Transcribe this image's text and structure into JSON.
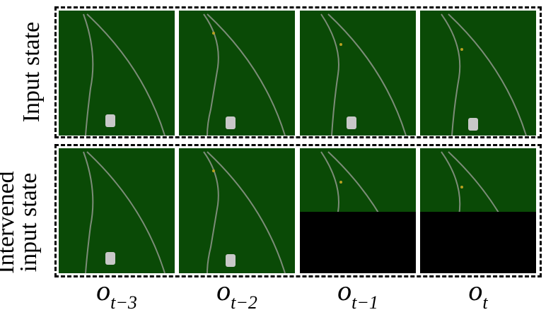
{
  "row_labels": {
    "input": "Input state",
    "intervened_line1": "Intervened",
    "intervened_line2": "input state"
  },
  "frame_labels": [
    {
      "base": "o",
      "sub": "t−3"
    },
    {
      "base": "o",
      "sub": "t−2"
    },
    {
      "base": "o",
      "sub": "t−1"
    },
    {
      "base": "o",
      "sub": "t"
    }
  ],
  "colors": {
    "grass": "#0a4a06",
    "road_line": "#7c8c78",
    "car": "#c8c8c8",
    "mask": "#000000",
    "marker": "#b8a020"
  },
  "intervention": {
    "masked_frames": [
      "o_t-1",
      "o_t"
    ],
    "masked_fraction_bottom": 0.49
  }
}
